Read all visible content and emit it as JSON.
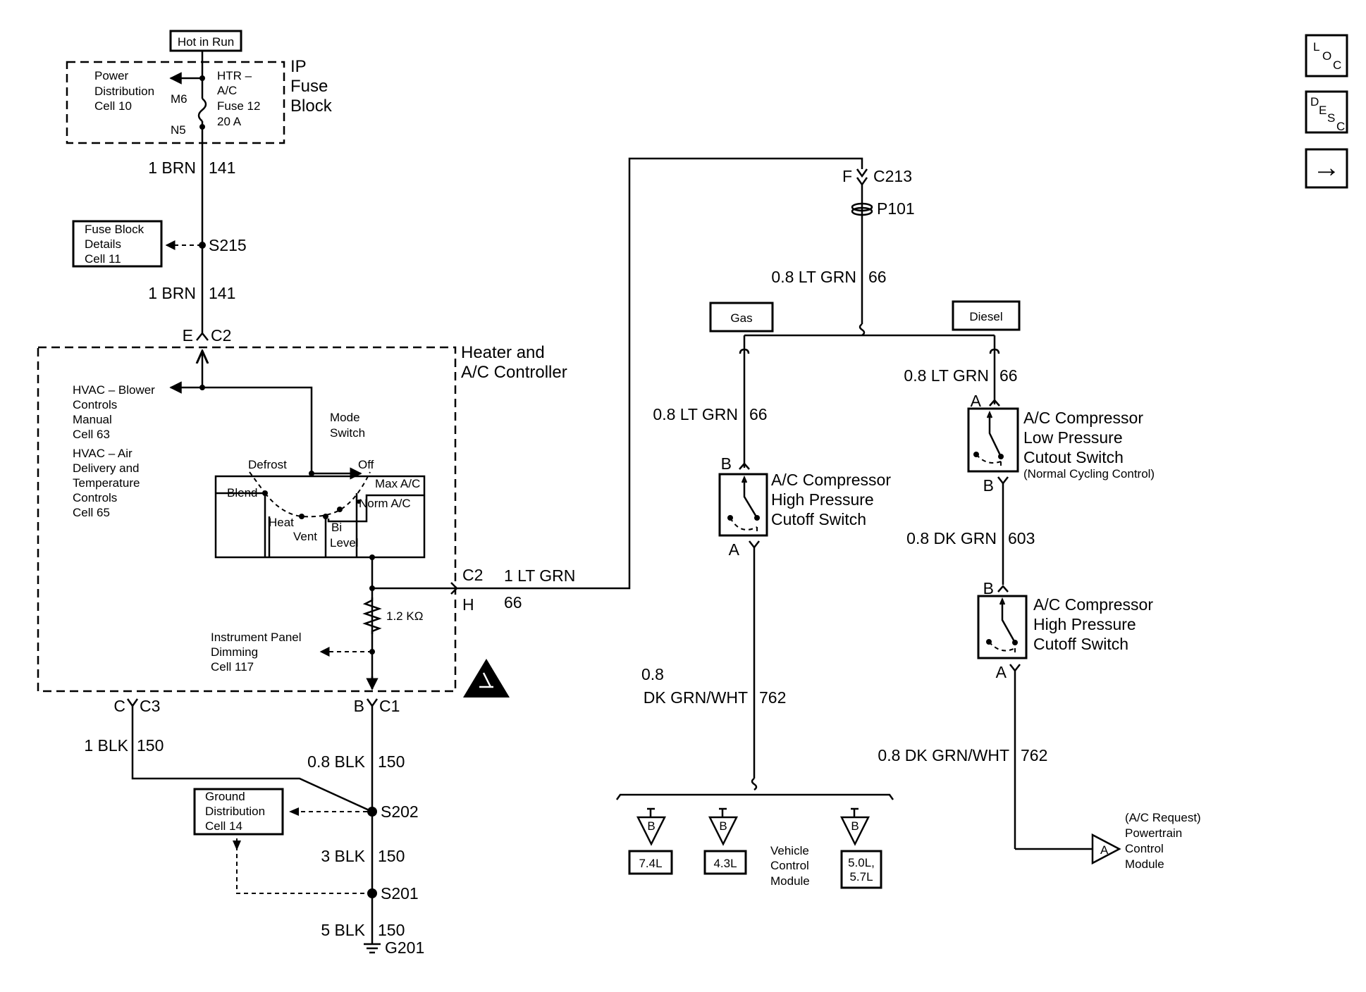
{
  "nav": {
    "loc": {
      "l": "L",
      "o": "O",
      "c": "C"
    },
    "desc": {
      "d": "D",
      "e": "E",
      "s": "S",
      "c": "C"
    },
    "next": "→"
  },
  "fuse": {
    "hot_in_run": "Hot in Run",
    "pdc": [
      "Power",
      "Distribution",
      "Cell 10"
    ],
    "m6": "M6",
    "n5": "N5",
    "fuse_label": [
      "HTR –",
      "A/C",
      "Fuse 12",
      "20 A"
    ],
    "block": [
      "IP",
      "Fuse",
      "Block"
    ]
  },
  "wires": {
    "w1": {
      "color": "1 BRN",
      "circuit": "141"
    },
    "s215": "S215",
    "fbd": [
      "Fuse Block",
      "Details",
      "Cell 11"
    ],
    "w2": {
      "color": "1 BRN",
      "circuit": "141"
    },
    "c2_pin": "E",
    "c2": "C2"
  },
  "controller": {
    "title": [
      "Heater and",
      "A/C Controller"
    ],
    "hvac": [
      "HVAC – Blower",
      "Controls",
      "Manual",
      "Cell 63",
      "HVAC – Air",
      "Delivery and",
      "Temperature",
      "Controls",
      "Cell 65"
    ],
    "mode": [
      "Mode",
      "Switch"
    ],
    "defrost": "Defrost",
    "off": "Off",
    "max_ac": "Max A/C",
    "blend": "Blend",
    "norm_ac": "Norm A/C",
    "heat": "Heat",
    "vent": "Vent",
    "bi_level": [
      "Bi",
      "Level"
    ],
    "resistor": "1.2 KΩ",
    "ipd": [
      "Instrument Panel",
      "Dimming",
      "Cell 117"
    ],
    "c2h_conn": "C2",
    "c2h_pin": "H",
    "c3_pin": "C",
    "c3": "C3",
    "c1_pin": "B",
    "c1": "C1"
  },
  "lt_grn": {
    "color": "1 LT GRN",
    "circuit": "66"
  },
  "ground": {
    "w1": {
      "color": "1 BLK",
      "circuit": "150"
    },
    "w2": {
      "color": "0.8 BLK",
      "circuit": "150"
    },
    "s202": "S202",
    "gdc": [
      "Ground",
      "Distribution",
      "Cell 14"
    ],
    "w3": {
      "color": "3 BLK",
      "circuit": "150"
    },
    "s201": "S201",
    "w4": {
      "color": "5 BLK",
      "circuit": "150"
    },
    "g201": "G201"
  },
  "right": {
    "c213_pin": "F",
    "c213": "C213",
    "p101": "P101",
    "w66": {
      "color": "0.8 LT GRN",
      "circuit": "66"
    },
    "gas": "Gas",
    "diesel": "Diesel",
    "gas_w": {
      "color": "0.8 LT GRN",
      "circuit": "66"
    },
    "gas_b": "B",
    "gas_sw": [
      "A/C Compressor",
      "High Pressure",
      "Cutoff Switch"
    ],
    "gas_a": "A",
    "gas_w2": {
      "l1": "0.8",
      "color": "DK GRN/WHT",
      "circuit": "762"
    },
    "eng": [
      "7.4L",
      "4.3L"
    ],
    "eng3": [
      "5.0L,",
      "5.7L"
    ],
    "vcm": [
      "Vehicle",
      "Control",
      "Module"
    ],
    "vcm_pin": "B",
    "dsl_w": {
      "color": "0.8 LT GRN",
      "circuit": "66"
    },
    "dsl_a": "A",
    "low_sw": [
      "A/C Compressor",
      "Low Pressure",
      "Cutout Switch"
    ],
    "low_note": "(Normal Cycling Control)",
    "dsl_b": "B",
    "dsl_w2": {
      "color": "0.8 DK GRN",
      "circuit": "603"
    },
    "dsl_b2": "B",
    "hi_sw": [
      "A/C Compressor",
      "High Pressure",
      "Cutoff Switch"
    ],
    "dsl_a2": "A",
    "dsl_w3": {
      "color": "0.8 DK GRN/WHT",
      "circuit": "762"
    },
    "pcm": [
      "(A/C Request)",
      "Powertrain",
      "Control",
      "Module"
    ],
    "pcm_pin": "A"
  }
}
